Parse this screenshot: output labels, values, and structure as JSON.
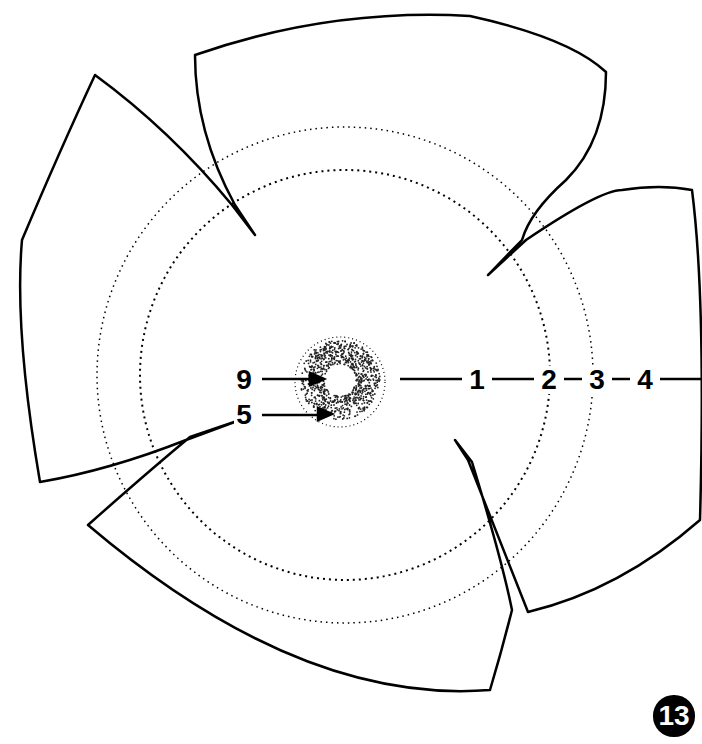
{
  "diagram": {
    "labels": [
      "9",
      "5",
      "1",
      "2",
      "3",
      "4",
      "13"
    ]
  }
}
